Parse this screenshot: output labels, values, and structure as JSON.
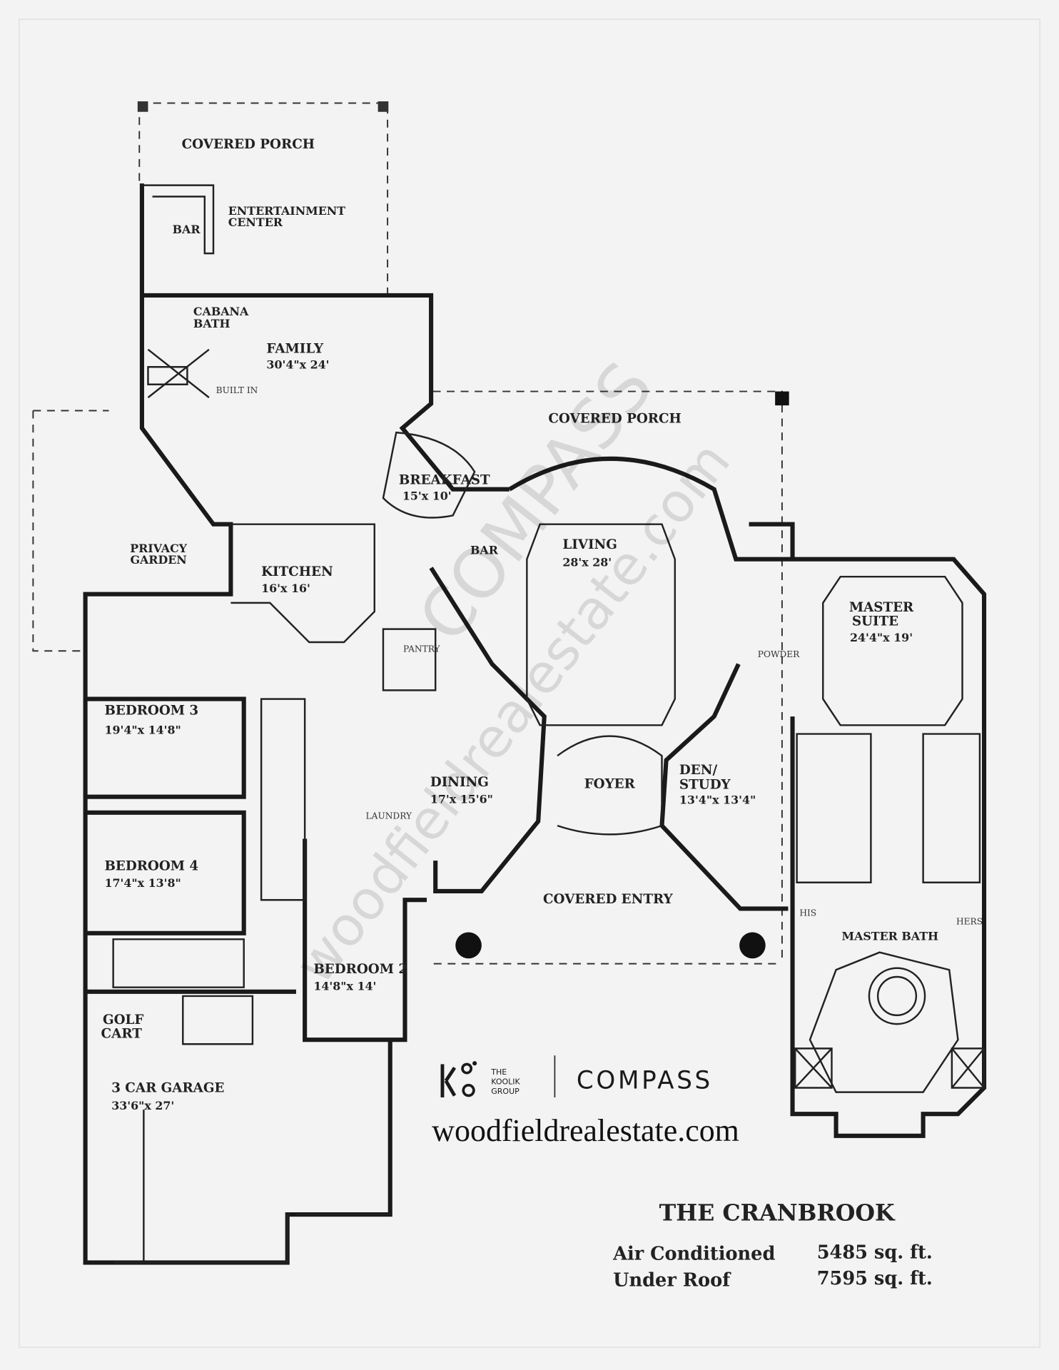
{
  "plan": {
    "rooms": {
      "covered_porch_top": "COVERED PORCH",
      "entertainment_1": "ENTERTAINMENT",
      "entertainment_2": "CENTER",
      "bar_top": "BAR",
      "cabana_1": "CABANA",
      "cabana_2": "BATH",
      "family": "FAMILY",
      "family_dim": "30'4\"x 24'",
      "covered_porch_mid": "COVERED PORCH",
      "breakfast": "BREAKFAST",
      "breakfast_dim": "15'x 10'",
      "bar_mid": "BAR",
      "privacy_1": "PRIVACY",
      "privacy_2": "GARDEN",
      "kitchen": "KITCHEN",
      "kitchen_dim": "16'x 16'",
      "living": "LIVING",
      "living_dim": "28'x 28'",
      "pantry": "PANTRY",
      "master_1": "MASTER",
      "master_2": "SUITE",
      "master_dim": "24'4\"x 19'",
      "powder": "POWDER",
      "bedroom3": "BEDROOM 3",
      "bedroom3_dim": "19'4\"x 14'8\"",
      "dining": "DINING",
      "dining_dim": "17'x 15'6\"",
      "foyer": "FOYER",
      "den_1": "DEN/",
      "den_2": "STUDY",
      "den_dim": "13'4\"x 13'4\"",
      "laundry": "LAUNDRY",
      "bedroom4": "BEDROOM 4",
      "bedroom4_dim": "17'4\"x 13'8\"",
      "covered_entry": "COVERED ENTRY",
      "master_bath": "MASTER BATH",
      "his": "HIS",
      "hers": "HERS",
      "bedroom2": "BEDROOM 2",
      "bedroom2_dim": "14'8\"x 14'",
      "golf_1": "GOLF",
      "golf_2": "CART",
      "garage": "3 CAR GARAGE",
      "garage_dim": "33'6\"x 27'",
      "built_in": "BUILT IN"
    }
  },
  "branding": {
    "group_1": "THE",
    "group_2": "KOOLIK",
    "group_3": "GROUP",
    "compass": "COMPASS",
    "website": "woodfieldrealestate.com",
    "watermark_compass": "COMPASS",
    "watermark_site": "woodfieldrealestate.com"
  },
  "info": {
    "title": "THE CRANBROOK",
    "rows": [
      {
        "label": "Air Conditioned",
        "value": "5485 sq. ft."
      },
      {
        "label": "Under Roof",
        "value": "7595 sq. ft."
      }
    ]
  }
}
